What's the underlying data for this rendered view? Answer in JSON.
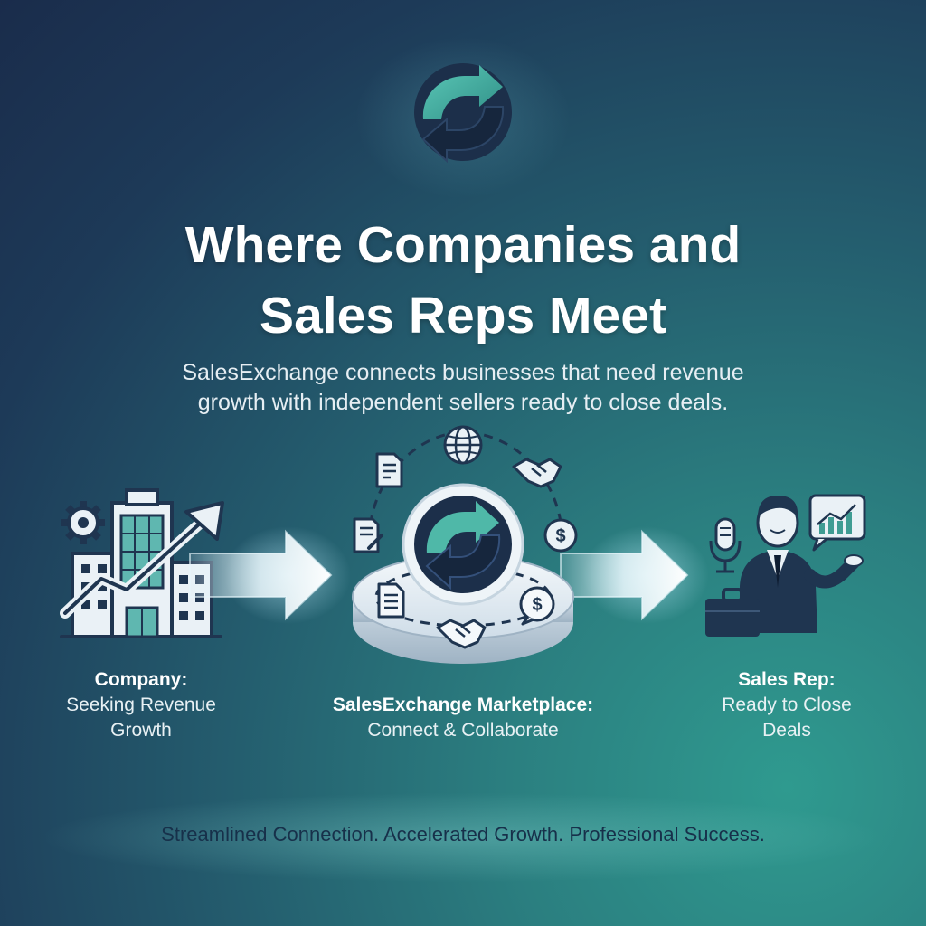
{
  "header": {
    "title_line1": "Where Companies and",
    "title_line2": "Sales Reps Meet",
    "subtitle_line1": "SalesExchange connects businesses that need revenue",
    "subtitle_line2": "growth with independent sellers ready to close deals."
  },
  "diagram": {
    "company": {
      "heading": "Company:",
      "line1": "Seeking Revenue",
      "line2": "Growth",
      "icon": "office-building-growth-icon"
    },
    "marketplace": {
      "heading": "SalesExchange Marketplace:",
      "line1": "Connect & Collaborate",
      "icon": "marketplace-platform-icon"
    },
    "sales_rep": {
      "heading": "Sales Rep:",
      "line1": "Ready to Close",
      "line2": "Deals",
      "icon": "salesperson-icon"
    },
    "orbit_icons": [
      "document-icon",
      "globe-icon",
      "handshake-icon",
      "contract-sign-icon",
      "dollar-coin-icon"
    ],
    "platform_icons": [
      "document-icon",
      "handshake-icon",
      "dollar-chat-icon"
    ]
  },
  "footer": {
    "tagline": "Streamlined Connection. Accelerated Growth. Professional Success."
  },
  "colors": {
    "background_dark": "#1a2c4b",
    "background_teal": "#2f9a8f",
    "icon_navy": "#1f3550",
    "icon_teal": "#3f9c93",
    "title_white": "#ffffff"
  }
}
